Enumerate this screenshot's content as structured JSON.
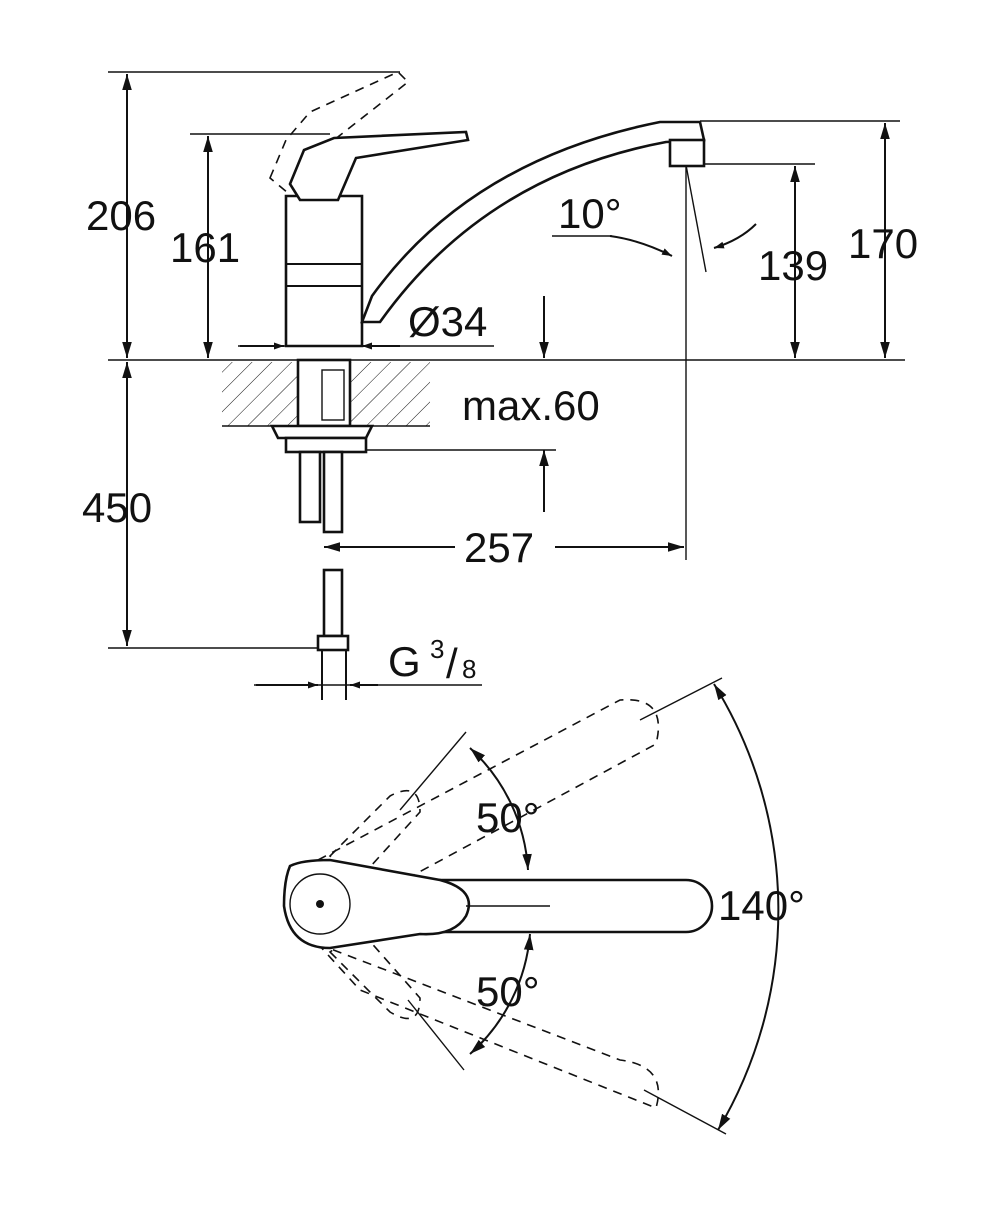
{
  "dimensions": {
    "total_height": "206",
    "lever_height": "161",
    "spout_height": "170",
    "outlet_height": "139",
    "spout_angle": "10°",
    "diameter": "Ø34",
    "max_thickness": "max.60",
    "hose_length": "450",
    "reach": "257",
    "thread_main": "G",
    "thread_num": "3",
    "thread_den": "8",
    "rotation_upper": "50°",
    "rotation_lower": "50°",
    "rotation_total": "140°"
  },
  "colors": {
    "line": "#111111",
    "background": "#ffffff"
  }
}
